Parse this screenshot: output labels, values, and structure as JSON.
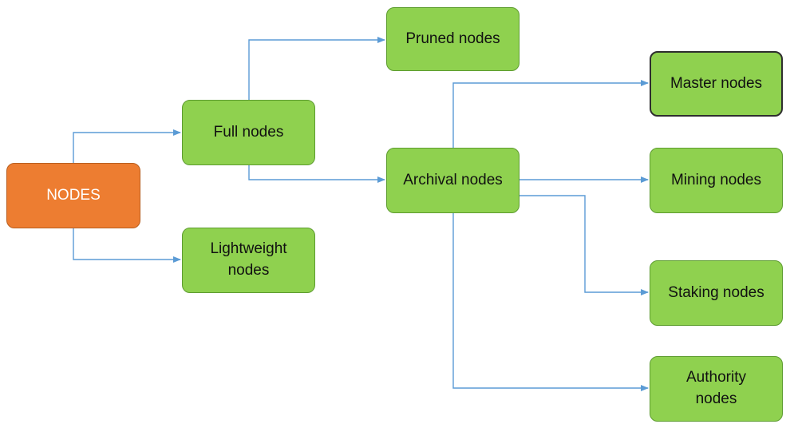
{
  "colors": {
    "root_fill": "#ed7d31",
    "node_fill": "#8fd14f",
    "node_border": "#5d9c2f",
    "connector": "#5b9bd5"
  },
  "nodes": {
    "root": "NODES",
    "full": "Full nodes",
    "lightweight": "Lightweight\nnodes",
    "pruned": "Pruned nodes",
    "archival": "Archival nodes",
    "master": "Master nodes",
    "mining": "Mining nodes",
    "staking": "Staking nodes",
    "authority": "Authority\nnodes"
  }
}
